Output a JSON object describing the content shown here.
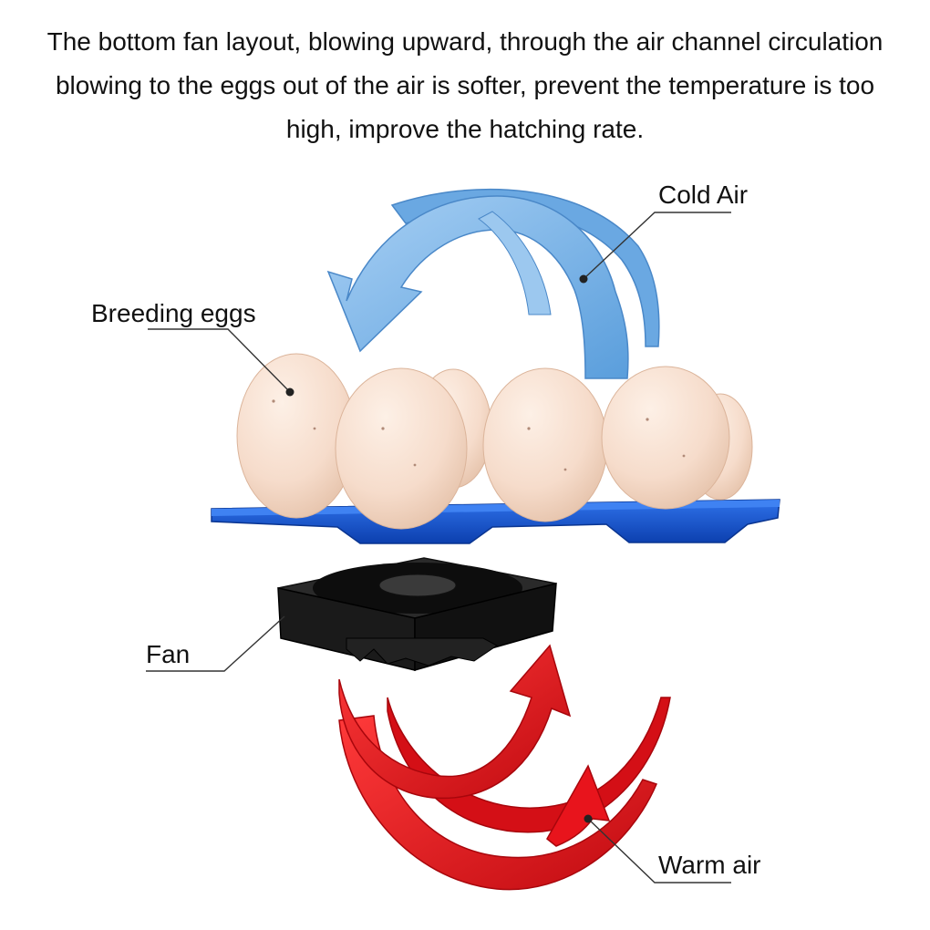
{
  "caption": "The bottom fan layout, blowing upward, through the air channel circulation blowing to the eggs out of the air is softer, prevent the temperature is too high, improve the hatching rate.",
  "labels": {
    "cold_air": "Cold Air",
    "breeding_eggs": "Breeding eggs",
    "fan": "Fan",
    "warm_air": "Warm air"
  },
  "colors": {
    "cold_air": "#7ab4e8",
    "warm_air": "#e8141c",
    "tray": "#1558d6",
    "egg": "#f6dccb",
    "fan": "#1a1a1a"
  }
}
